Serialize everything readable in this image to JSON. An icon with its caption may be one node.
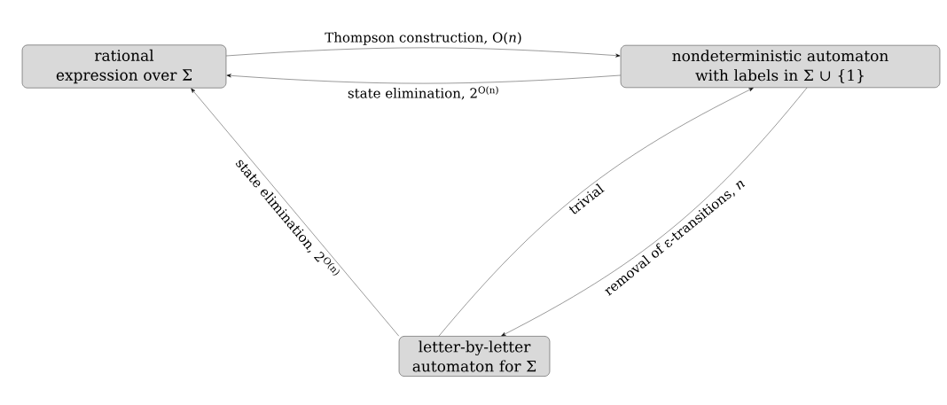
{
  "diagram": {
    "nodes": [
      {
        "text": [
          "rational expression over Σ"
        ]
      },
      {
        "text": [
          "nondeterministic automaton with labels in Σ ∪ {1}"
        ]
      },
      {
        "text": [
          "letter-by-letter automaton for Σ"
        ]
      }
    ],
    "edges": [
      {
        "from": 0,
        "to": 1,
        "arrow": "to",
        "label": "Thompson construction, O(*n*)"
      },
      {
        "from": 1,
        "to": 0,
        "arrow": "to",
        "label": "state elimination, 2$^{O(n)}$"
      },
      {
        "from": 2,
        "to": 0,
        "arrow": "to",
        "label": "state elimination, 2$^{O(n)}$"
      },
      {
        "from": 2,
        "to": 1,
        "arrow": "to",
        "label": "trivial"
      },
      {
        "from": 1,
        "to": 2,
        "arrow": "to",
        "label": "removal of ε-transitions, *n*"
      }
    ]
  }
}
